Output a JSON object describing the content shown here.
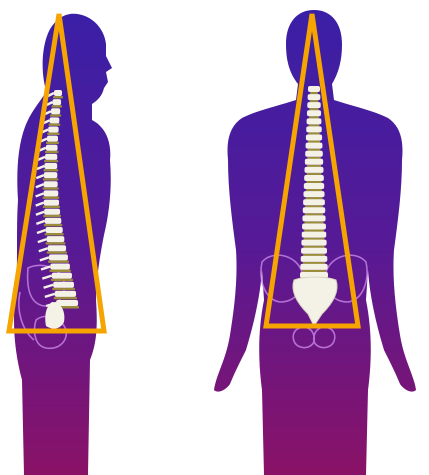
{
  "scene": {
    "description_tags": [
      "side-view-silhouette",
      "back-view-silhouette",
      "spine",
      "triangle-overlay"
    ],
    "colors": {
      "background": "#ffffff",
      "silhouette_top": "#3a1fa6",
      "silhouette_bottom": "#8a1266",
      "triangle_outline": "#f5a400",
      "bone": "#f4f1e6",
      "disc": "#9b8c3c",
      "pelvis_outline": "#c987e8"
    }
  }
}
